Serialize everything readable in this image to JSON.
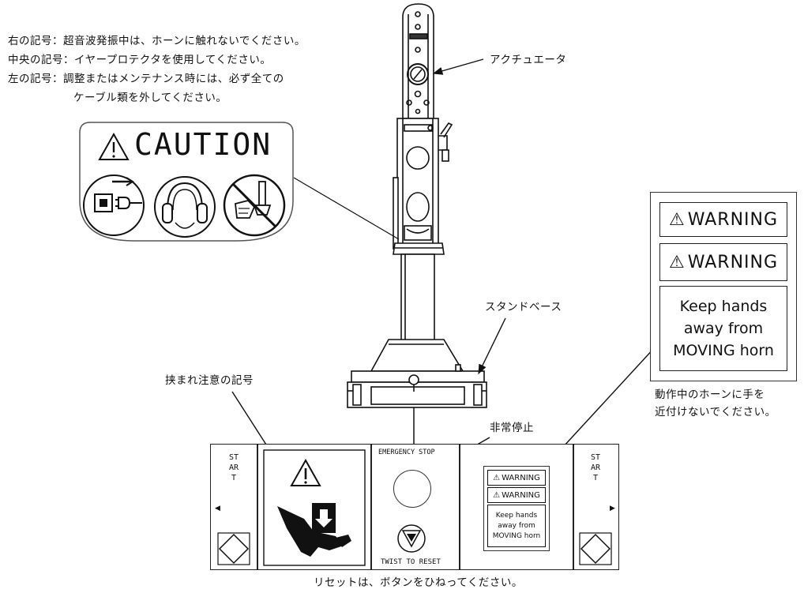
{
  "notes": {
    "right_symbol": "右の記号：超音波発振中は、ホーンに触れないでください。",
    "center_symbol": "中央の記号：イヤープロテクタを使用してください。",
    "left_symbol_1": "左の記号：調整またはメンテナンス時には、必ず全ての",
    "left_symbol_2": "ケーブル類を外してください。"
  },
  "labels": {
    "actuator": "アクチュエータ",
    "stand_base": "スタンドベース",
    "pinch_symbol": "挟まれ注意の記号",
    "emergency_stop_jp": "非常停止",
    "warning_note_1": "動作中のホーンに手を",
    "warning_note_2": "近付けないでください。",
    "reset_note": "リセットは、ボタンをひねってください。"
  },
  "caution_label": {
    "title": "CAUTION"
  },
  "warning_label": {
    "line1": "WARNING",
    "line2": "WARNING",
    "text_1": "Keep hands",
    "text_2": "away from",
    "text_3": "MOVING horn"
  },
  "control_panel": {
    "start_left": "START",
    "start_right": "START",
    "emergency_stop": "EMERGENCY STOP",
    "twist_to_reset": "TWIST TO RESET",
    "small_warning_1": "WARNING",
    "small_warning_2": "WARNING",
    "small_text_1": "Keep hands",
    "small_text_2": "away from",
    "small_text_3": "MOVING horn"
  }
}
